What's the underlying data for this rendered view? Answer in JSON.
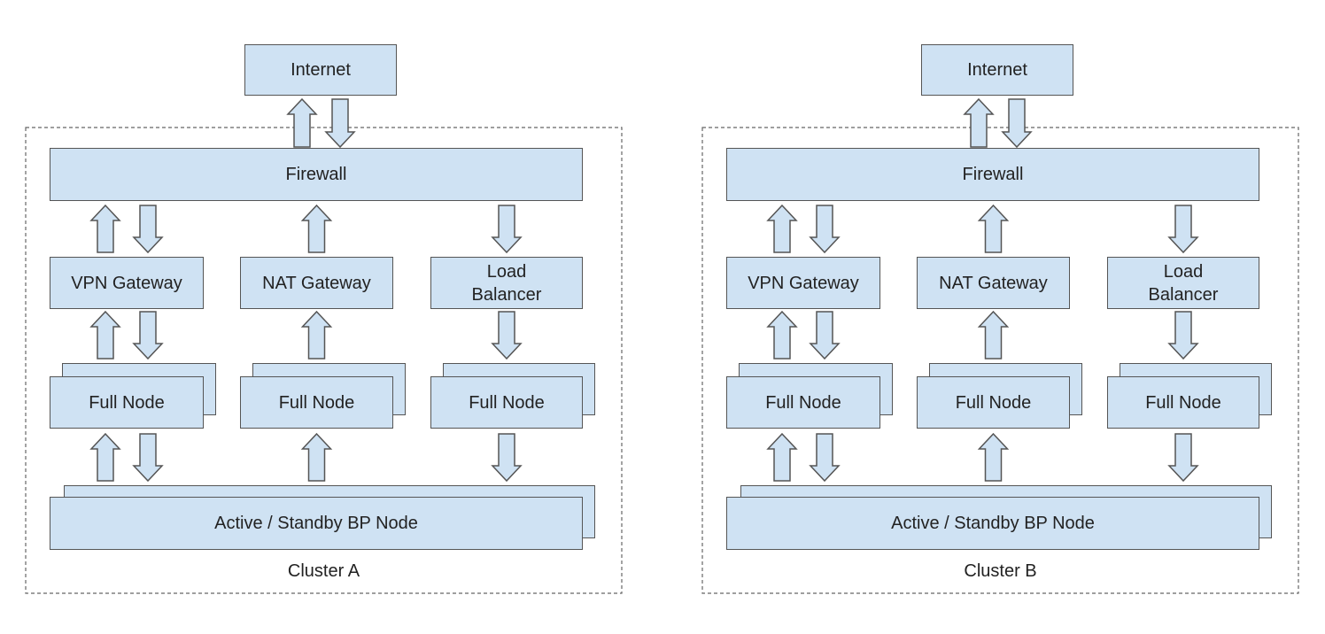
{
  "clusters": [
    {
      "name": "Cluster A",
      "internet": "Internet",
      "firewall": "Firewall",
      "gateways": [
        {
          "label_lines": [
            "VPN Gateway"
          ],
          "flow": "both"
        },
        {
          "label_lines": [
            "NAT Gateway"
          ],
          "flow": "up"
        },
        {
          "label_lines": [
            "Load",
            "Balancer"
          ],
          "flow": "down"
        }
      ],
      "full_nodes": [
        {
          "label": "Full Node",
          "flow": "both"
        },
        {
          "label": "Full Node",
          "flow": "up"
        },
        {
          "label": "Full Node",
          "flow": "down"
        }
      ],
      "bp_node": "Active / Standby BP Node"
    },
    {
      "name": "Cluster B",
      "internet": "Internet",
      "firewall": "Firewall",
      "gateways": [
        {
          "label_lines": [
            "VPN Gateway"
          ],
          "flow": "both"
        },
        {
          "label_lines": [
            "NAT Gateway"
          ],
          "flow": "up"
        },
        {
          "label_lines": [
            "Load",
            "Balancer"
          ],
          "flow": "down"
        }
      ],
      "full_nodes": [
        {
          "label": "Full Node",
          "flow": "both"
        },
        {
          "label": "Full Node",
          "flow": "up"
        },
        {
          "label": "Full Node",
          "flow": "down"
        }
      ],
      "bp_node": "Active / Standby BP Node"
    }
  ],
  "colors": {
    "box_fill": "#cfe2f3",
    "box_stroke": "#555555",
    "dashed_border": "#666666",
    "text": "#222222"
  }
}
